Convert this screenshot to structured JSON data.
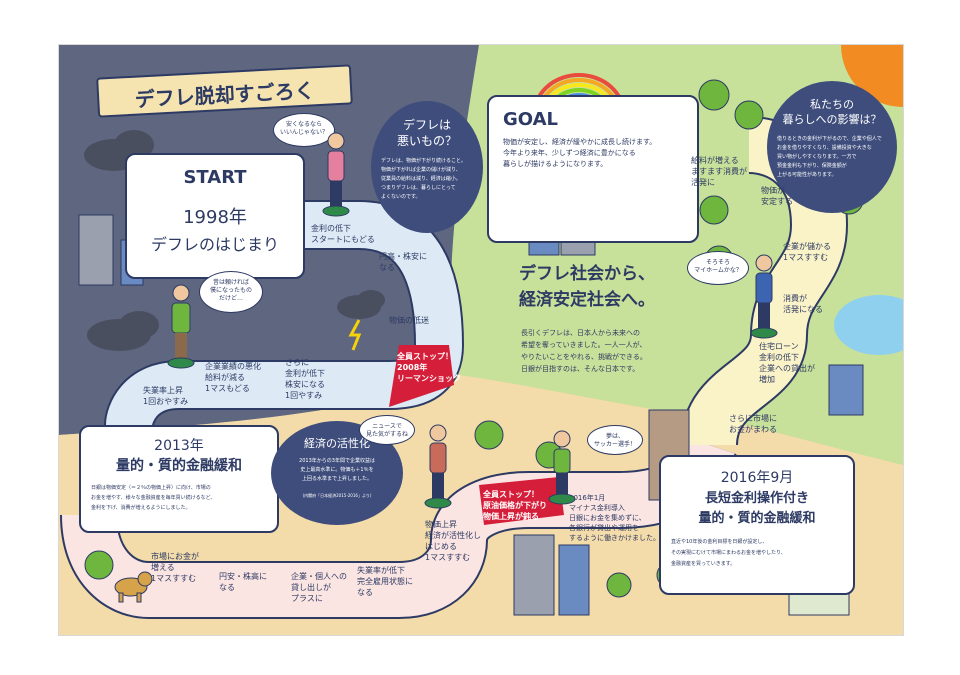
{
  "banner_title": "デフレ脱却すごろく",
  "start": {
    "label": "START",
    "year": "1998年",
    "subtitle": "デフレのはじまり"
  },
  "goal": {
    "label": "GOAL",
    "text": "物価が安定し、経済が緩やかに成長し続けます。\n今年より来年、少しずつ経済に豊かになる\n暮らしが描けるようになります。"
  },
  "deflation_bad": {
    "title": "デフレは\n悪いもの？",
    "text": "デフレは、物価が下がり続けること。\n物価が下がれば企業の儲けが減り、\n従業員の給料は減り、経済は縮小。\nつまりデフレは、暮らしにとって\nよくないのです。"
  },
  "life_effect": {
    "title": "私たちの\n暮らしへの影響は？",
    "text": "借りるときの金利が下がるので、企業や個人で\nお金を借りやすくなり、設備投資や大きな\n買い物がしやすくなります。一方で\n預金金利も下がり、保険金額が\n上がる可能性があります。"
  },
  "economy_active": {
    "title": "経済の活性化",
    "text": "2013年からの3年間で企業収益は\n史上最高水準に。物価も＋1％を\n上回る水準まで上昇しました。",
    "source": "(内閣府「日本経済2015-2016」より)"
  },
  "center_headline": "デフレ社会から、\n経済安定社会へ。",
  "center_text": "長引くデフレは、日本人から未来への\n希望を奪っていきました。一人一人が、\nやりたいことをやれる、挑戦ができる。\n日銀が目指すのは、そんな日本です。",
  "box_2013": {
    "year": "2013年",
    "title": "量的・質的金融緩和",
    "text": "日銀は物価安定（＝２％の物価上昇）に向け、市場の\nお金を増やす、様々な金融資産を毎年買い続けるなど、\n金利を下げ、消費が増えるようにしました。"
  },
  "box_2016": {
    "date": "2016年9月",
    "title": "長短金利操作付き\n量的・質的金融緩和",
    "text": "直近や10年後の金利目標を日銀が設定し、\nその実現にむけて市場にまわるお金を増やしたり、\n金融資産を買っていきます。"
  },
  "tiles": {
    "t1": "金利の低下\nスタートにもどる",
    "t2": "円高・株安に\nなる",
    "t3": "物価の低迷",
    "t4_red": "全員ストップ！\n2008年\nリーマンショック",
    "t5": "さらに\n金利が低下\n株安になる\n1回やすみ",
    "t6": "企業業績の悪化\n給料が減る\n1マスもどる",
    "t7": "失業率上昇\n1回おやすみ",
    "t8": "市場にお金が\n増える\n1マスすすむ",
    "t9": "円安・株高に\nなる",
    "t10": "企業・個人への\n貸し出しが\nプラスに",
    "t11": "失業率が低下\n完全雇用状態に\nなる",
    "t12": "物価上昇\n経済が活性化し\nはじめる\n1マスすすむ",
    "t13_red": "全員ストップ！\n原油価格が下がり\n物価上昇が鈍る",
    "t14": "2016年1月\nマイナス金利導入\n日銀にお金を集めずに、\n各銀行が貸出や運用を\nするように働きかけました。",
    "t15": "さらに市場に\nお金がまわる",
    "t16": "住宅ローン\n金利の低下\n企業への貸出が\n増加",
    "t17": "消費が\n活発になる",
    "t18": "企業が儲かる\n1マスすすむ",
    "t19": "物価が\n安定する",
    "t20": "給料が増える\nますます消費が\n活発に"
  },
  "bubbles": {
    "b1": "安くなるなら\nいいんじゃない？",
    "b2": "昔は頼ければ\n僕になったもの\nだけど…",
    "b3": "ニュースで\n見た気がするね",
    "b4": "夢は、\nサッカー選手！",
    "b5": "そろそろ\nマイホームかな？"
  },
  "colors": {
    "navy": "#2d3a63",
    "path_blue": "#ddeaf6",
    "path_pink": "#fbe5e3",
    "path_cream": "#fbf3c8",
    "red": "#d51f3a",
    "sky_gray": "#5f6680",
    "green": "#c7e09a",
    "sand": "#f3d49d"
  }
}
